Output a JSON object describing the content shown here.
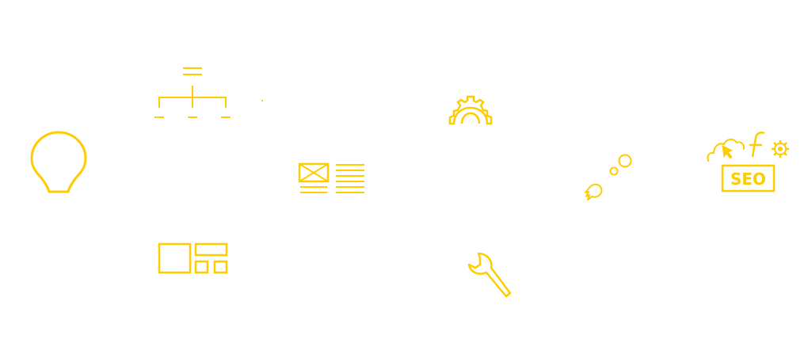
{
  "theme": {
    "accent": "#FFCC00"
  },
  "icons": [
    {
      "id": "lightbulb",
      "semantic": "lightbulb-icon"
    },
    {
      "id": "sitemap",
      "semantic": "sitemap-icon"
    },
    {
      "id": "content-layout",
      "semantic": "content-layout-icon"
    },
    {
      "id": "gear",
      "semantic": "gear-icon"
    },
    {
      "id": "rocket",
      "semantic": "rocket-launch-icon"
    },
    {
      "id": "seo",
      "semantic": "seo-social-icon",
      "label": "SEO"
    },
    {
      "id": "grid-layout",
      "semantic": "grid-layout-icon"
    },
    {
      "id": "wrench",
      "semantic": "wrench-icon"
    }
  ]
}
